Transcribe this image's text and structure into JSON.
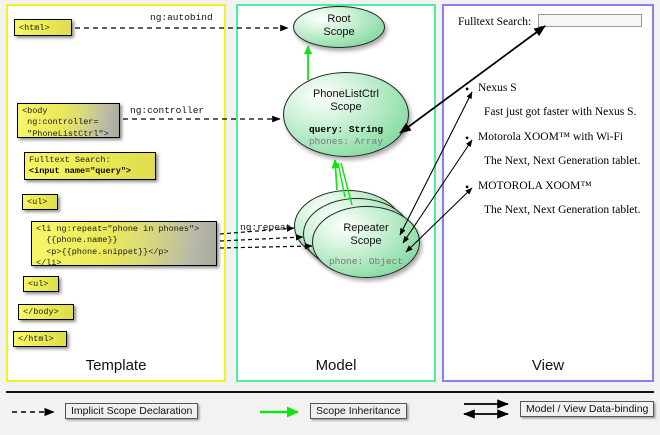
{
  "columns": {
    "template": {
      "title": "Template",
      "border_color": "#f2f222"
    },
    "model": {
      "title": "Model",
      "border_color": "#4ef0a0"
    },
    "view": {
      "title": "View",
      "border_color": "#8a7ff0"
    }
  },
  "template_boxes": [
    {
      "name": "html-open",
      "lines": "<html>"
    },
    {
      "name": "body-open",
      "lines": "<body\n ng:controller=\n \"PhoneListCtrl\">"
    },
    {
      "name": "fulltext-search",
      "line1": "Fulltext Search:",
      "line2": "<input name=\"query\">"
    },
    {
      "name": "ul-open",
      "lines": "<ul>"
    },
    {
      "name": "li-repeat",
      "lines": "<li ng:repeat=\"phone in phones\">\n  {{phone.name}}\n  <p>{{phone.snippet}}</p>\n</li>"
    },
    {
      "name": "ul-close",
      "lines": "<ul>"
    },
    {
      "name": "body-close",
      "lines": "</body>"
    },
    {
      "name": "html-close",
      "lines": "</html>"
    }
  ],
  "edge_labels": {
    "autobind": "ng:autobind",
    "controller": "ng:controller",
    "repeat": "ng:repeat"
  },
  "scopes": [
    {
      "name": "root-scope",
      "title": "Root\nScope",
      "title_l1": "Root",
      "title_l2": "Scope",
      "props": []
    },
    {
      "name": "phonelistctrl-scope",
      "title_l1": "PhoneListCtrl",
      "title_l2": "Scope",
      "props": [
        {
          "text": "query: String",
          "style": "bold"
        },
        {
          "text": "phones: Array",
          "style": "gray"
        }
      ]
    },
    {
      "name": "repeater-scope",
      "title_l1": "Repeater",
      "title_l2": "Scope",
      "props": [
        {
          "text": "phone: Object",
          "style": "gray"
        }
      ]
    }
  ],
  "view": {
    "search_label": "Fulltext Search:",
    "search_value": "",
    "search_placeholder": "",
    "phones": [
      {
        "name": "Nexus S",
        "snippet": "Fast just got faster with Nexus S."
      },
      {
        "name": "Motorola XOOM™  with Wi-Fi",
        "snippet": "The Next, Next Generation tablet."
      },
      {
        "name": "MOTOROLA XOOM™",
        "snippet": "The Next, Next Generation tablet."
      }
    ],
    "bullet": "•"
  },
  "legend": [
    {
      "name": "implicit-scope-declaration",
      "label": "Implicit Scope Declaration",
      "style": "dashed-black"
    },
    {
      "name": "scope-inheritance",
      "label": "Scope Inheritance",
      "style": "solid-green",
      "color": "#12e412"
    },
    {
      "name": "model-view-data-binding",
      "label": "Model / View Data-binding",
      "style": "double-black"
    }
  ]
}
